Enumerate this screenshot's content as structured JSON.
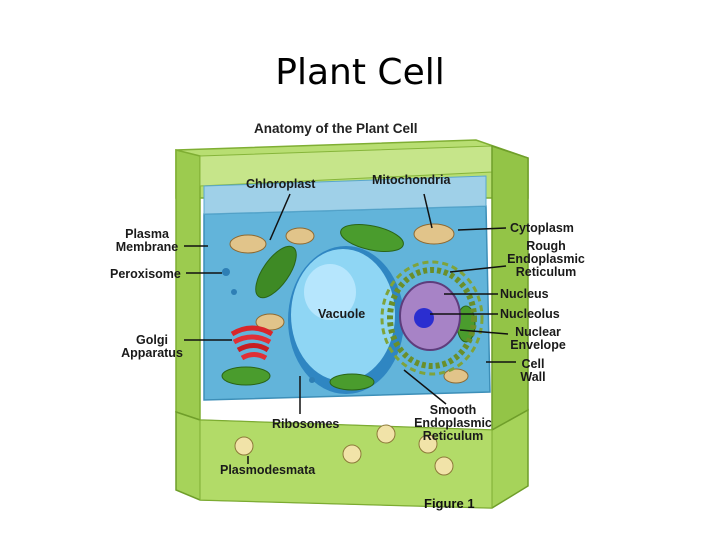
{
  "slide": {
    "title": "Plant Cell"
  },
  "figure": {
    "title": "Anatomy of the Plant Cell",
    "caption": "Figure 1"
  },
  "labels": {
    "chloroplast": "Chloroplast",
    "mitochondria": "Mitochondria",
    "cytoplasm": "Cytoplasm",
    "rough_er": [
      "Rough",
      "Endoplasmic",
      "Reticulum"
    ],
    "plasma_membrane": [
      "Plasma",
      "Membrane"
    ],
    "peroxisome": "Peroxisome",
    "nucleus": "Nucleus",
    "vacuole": "Vacuole",
    "nucleolus": "Nucleolus",
    "golgi": [
      "Golgi",
      "Apparatus"
    ],
    "nuclear_envelope": [
      "Nuclear",
      "Envelope"
    ],
    "cell_wall": [
      "Cell",
      "Wall"
    ],
    "ribosomes": "Ribosomes",
    "smooth_er": [
      "Smooth",
      "Endoplasmic",
      "Reticulum"
    ],
    "plasmodesmata": "Plasmodesmata"
  },
  "colors": {
    "cell_wall": "#a6d35a",
    "cell_wall_dark": "#7fae33",
    "cytoplasm": "#5fb0d6",
    "vacuole": "#8ed4f2",
    "chloroplast": "#4f9a2f",
    "nucleus": "#9b6fb8",
    "golgi": "#d8262a"
  }
}
